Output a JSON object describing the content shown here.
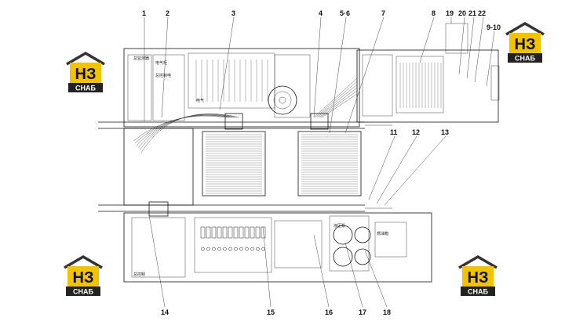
{
  "callouts": {
    "top": [
      "1",
      "2",
      "3",
      "4",
      "5·6",
      "7",
      "8",
      "19",
      "20",
      "21",
      "22",
      "9-10"
    ],
    "right": [
      "11",
      "12",
      "13"
    ],
    "bottom": [
      "14",
      "15",
      "16",
      "17",
      "18"
    ]
  },
  "labels": {
    "cab_tag": "总监测器",
    "left_box_a": "电气柜",
    "left_box_b": "总控制电",
    "left_mid": "电气",
    "bottom_left": "总控制",
    "pump_label": "液压泵",
    "tank_label": "燃油箱"
  },
  "logo": {
    "mark": "НЗ",
    "sub": "СНАБ",
    "accent": "#f2c300",
    "roof": "#333333"
  }
}
